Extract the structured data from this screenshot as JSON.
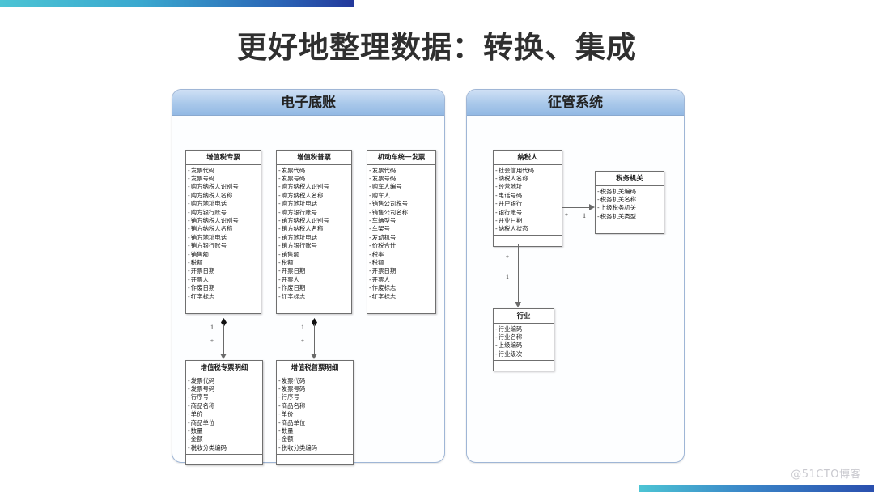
{
  "slide": {
    "title": "更好地整理数据：转换、集成",
    "watermark": "@51CTO博客",
    "accent_top": "#3aa8cf",
    "accent_bottom": "#2a4fae",
    "panel_header_color": "#a9c8ea"
  },
  "panels": [
    {
      "id": "ledger",
      "title": "电子底账"
    },
    {
      "id": "admin",
      "title": "征管系统"
    }
  ],
  "entities": {
    "vat_special": {
      "title": "增值税专票",
      "fields": [
        "发票代码",
        "发票号码",
        "购方纳税人识别号",
        "购方纳税人名称",
        "购方地址电话",
        "购方银行账号",
        "销方纳税人识别号",
        "销方纳税人名称",
        "销方地址电话",
        "销方银行账号",
        "销售额",
        "税额",
        "开票日期",
        "开票人",
        "作废日期",
        "红字标志"
      ]
    },
    "vat_normal": {
      "title": "增值税普票",
      "fields": [
        "发票代码",
        "发票号码",
        "购方纳税人识别号",
        "购方纳税人名称",
        "购方地址电话",
        "购方银行账号",
        "销方纳税人识别号",
        "销方纳税人名称",
        "销方地址电话",
        "销方银行账号",
        "销售额",
        "税额",
        "开票日期",
        "开票人",
        "作废日期",
        "红字标志"
      ]
    },
    "vehicle_invoice": {
      "title": "机动车统一发票",
      "fields": [
        "发票代码",
        "发票号码",
        "购车人编号",
        "购车人",
        "销售公司税号",
        "销售公司名称",
        "车辆型号",
        "车架号",
        "发动机号",
        "价税合计",
        "税率",
        "税额",
        "开票日期",
        "开票人",
        "作废标志",
        "红字标志"
      ]
    },
    "vat_special_detail": {
      "title": "增值税专票明细",
      "fields": [
        "发票代码",
        "发票号码",
        "行序号",
        "商品名称",
        "单价",
        "商品单位",
        "数量",
        "金额",
        "税收分类编码"
      ]
    },
    "vat_normal_detail": {
      "title": "增值税普票明细",
      "fields": [
        "发票代码",
        "发票号码",
        "行序号",
        "商品名称",
        "单价",
        "商品单位",
        "数量",
        "金额",
        "税收分类编码"
      ]
    },
    "taxpayer": {
      "title": "纳税人",
      "fields": [
        "社会信用代码",
        "纳税人名称",
        "经营地址",
        "电话号码",
        "开户银行",
        "银行账号",
        "开业日期",
        "纳税人状态"
      ]
    },
    "tax_organization": {
      "title": "税务机关",
      "fields": [
        "税务机关编码",
        "税务机关名称",
        "上级税务机关",
        "税务机关类型"
      ]
    },
    "industry": {
      "title": "行业",
      "fields": [
        "行业编码",
        "行业名称",
        "上级编码",
        "行业级次"
      ]
    }
  },
  "relations": {
    "special_to_detail": {
      "from_mult": "1",
      "to_mult": "*"
    },
    "normal_to_detail": {
      "from_mult": "1",
      "to_mult": "*"
    },
    "taxpayer_to_org": {
      "from_mult": "*",
      "to_mult": "1"
    },
    "taxpayer_to_industry": {
      "from_mult": "*",
      "to_mult": "1"
    }
  }
}
